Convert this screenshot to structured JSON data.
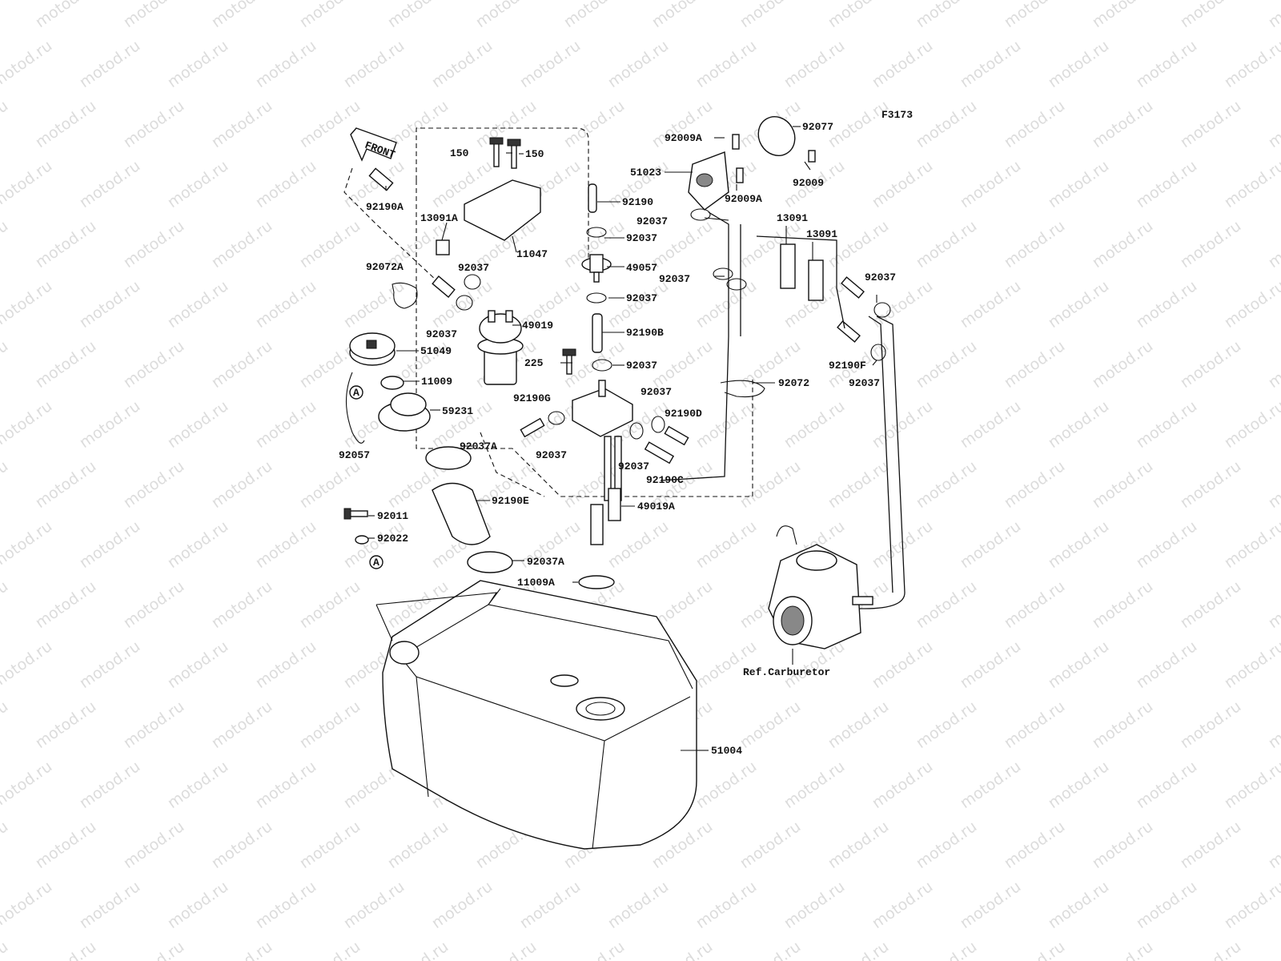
{
  "diagram_code": "F3173",
  "watermark": "motod.ru",
  "front_arrow": "FRONT",
  "reference_label": "Ref.Carburetor",
  "callout_marker": "A",
  "parts": [
    "150",
    "150",
    "92190A",
    "13091A",
    "11047",
    "92190",
    "92037",
    "92072A",
    "92037",
    "49057",
    "92037",
    "92037",
    "49019",
    "92190B",
    "51049",
    "225",
    "92037",
    "11009",
    "59231",
    "92190G",
    "92037",
    "92037",
    "92190D",
    "92037",
    "92037",
    "92190C",
    "92057",
    "92037A",
    "92190E",
    "49019A",
    "92011",
    "92022",
    "92037A",
    "11009A",
    "51004",
    "92009A",
    "92077",
    "51023",
    "92009",
    "92009A",
    "92037",
    "13091",
    "13091",
    "92037",
    "92037",
    "92037",
    "92190F",
    "92037",
    "92072"
  ]
}
